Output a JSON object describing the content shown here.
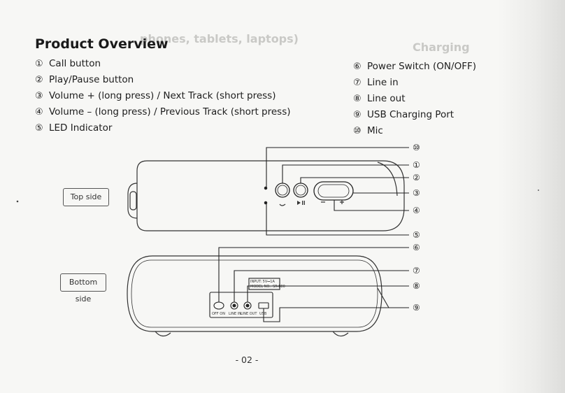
{
  "page": {
    "title": "Product Overview",
    "page_number": "- 02 -"
  },
  "left_items": [
    {
      "num": "①",
      "label": "Call button"
    },
    {
      "num": "②",
      "label": "Play/Pause button"
    },
    {
      "num": "③",
      "label": "Volume + (long press) / Next Track (short press)"
    },
    {
      "num": "④",
      "label": "Volume – (long press) / Previous Track (short press)"
    },
    {
      "num": "⑤",
      "label": "LED Indicator"
    }
  ],
  "right_items": [
    {
      "num": "⑥",
      "label": "Power Switch (ON/OFF)"
    },
    {
      "num": "⑦",
      "label": "Line in"
    },
    {
      "num": "⑧",
      "label": "Line out"
    },
    {
      "num": "⑨",
      "label": "USB Charging Port"
    },
    {
      "num": "⑩",
      "label": "Mic"
    }
  ],
  "diagram": {
    "top_side_label": "Top side",
    "bottom_side_label": "Bottom side",
    "callouts": [
      "⑩",
      "①",
      "②",
      "③",
      "④",
      "⑤",
      "⑥",
      "⑦",
      "⑧",
      "⑨"
    ],
    "port_labels": [
      "OFF ON",
      "LINE IN",
      "LINE OUT",
      "USB"
    ],
    "spec_lines": [
      "INPUT: 5V⎓1A",
      "MODEL NO.: SR-880"
    ]
  },
  "bleed_through": {
    "heading": "Charging",
    "subheading": "phones, tablets, laptops)"
  },
  "colors": {
    "paper": "#f7f7f5",
    "ink": "#1d1d1d",
    "ghost": "#c9c9c6"
  }
}
